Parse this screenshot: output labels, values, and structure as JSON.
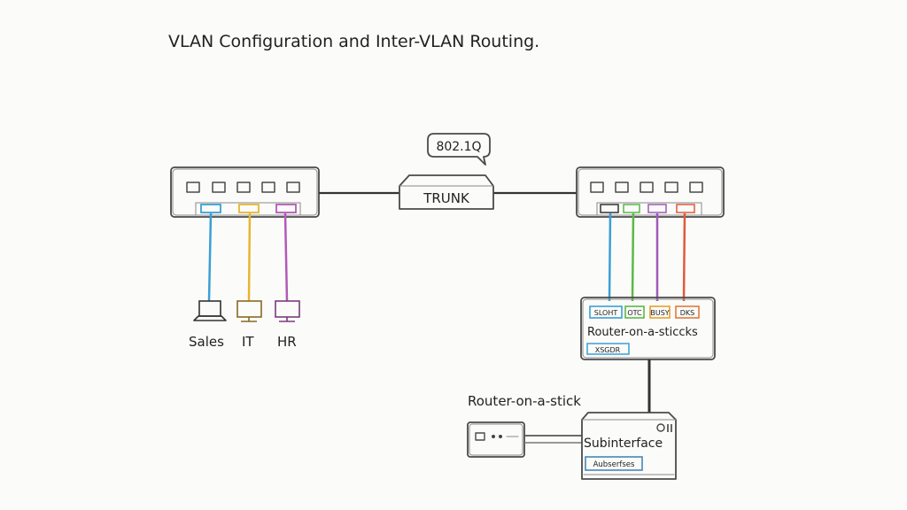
{
  "title": "VLAN Configuration and Inter-VLAN Routing.",
  "trunk_label": "TRUNK",
  "tag_label": "802.1Q",
  "left_switch": {
    "devices": [
      {
        "label": "Sales",
        "color": "#3a9fd6"
      },
      {
        "label": "IT",
        "color": "#e8b530"
      },
      {
        "label": "HR",
        "color": "#b25ab8"
      }
    ]
  },
  "right_switch": {
    "link_colors": [
      "#3a9fd6",
      "#5cb848",
      "#a05ab8",
      "#e05a3a"
    ]
  },
  "router_panel": {
    "label": "Router-on-a-sticcks",
    "ports": [
      {
        "label": "SLOHT",
        "color": "#3a9fd6"
      },
      {
        "label": "OTC",
        "color": "#5cb848"
      },
      {
        "label": "BUSY",
        "color": "#e8a030"
      },
      {
        "label": "DKS",
        "color": "#e07a3a"
      }
    ],
    "footer_tag": {
      "label": "XSGDR",
      "color": "#3a9fd6"
    }
  },
  "router_stick_label": "Router-on-a-stick",
  "subinterface_label": "Subinterface",
  "subinterface_tag": "Aubserfses"
}
